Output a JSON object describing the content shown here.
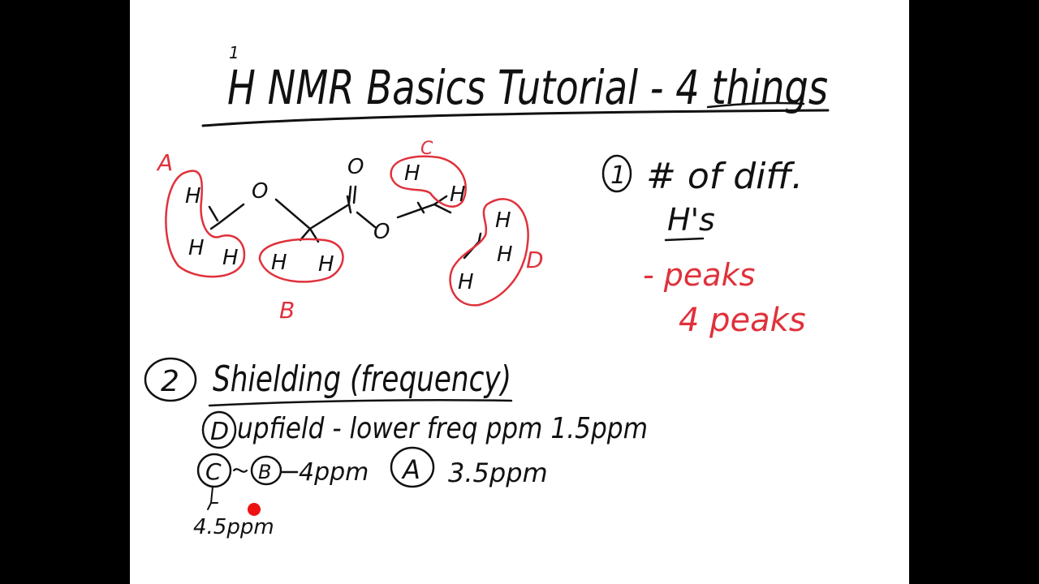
{
  "colors": {
    "background": "#000000",
    "board": "#ffffff",
    "ink_black": "#111111",
    "ink_red": "#e0313b",
    "pointer": "#ee1111"
  },
  "title": {
    "superscript": "1",
    "text": "H NMR Basics Tutorial - 4 things"
  },
  "molecule": {
    "atoms": {
      "o_ether": "O",
      "o_carbonyl": "O",
      "o_ester": "O",
      "h": "H"
    },
    "group_labels": {
      "a": "A",
      "b": "B",
      "c": "C",
      "d": "D"
    }
  },
  "point1": {
    "number": "1",
    "line1": "# of diff.",
    "line2": "H's",
    "peaks_dash": "- peaks",
    "peaks_count": "4 peaks"
  },
  "point2": {
    "number": "2",
    "heading": "Shielding (frequency)",
    "upfield_label": "D",
    "upfield_text": "upfield - lower freq ppm 1.5ppm",
    "label_c": "C",
    "label_b": "B",
    "cb_text": "4ppm",
    "label_a": "A",
    "a_text": "3.5ppm",
    "c_value": "4.5ppm"
  }
}
